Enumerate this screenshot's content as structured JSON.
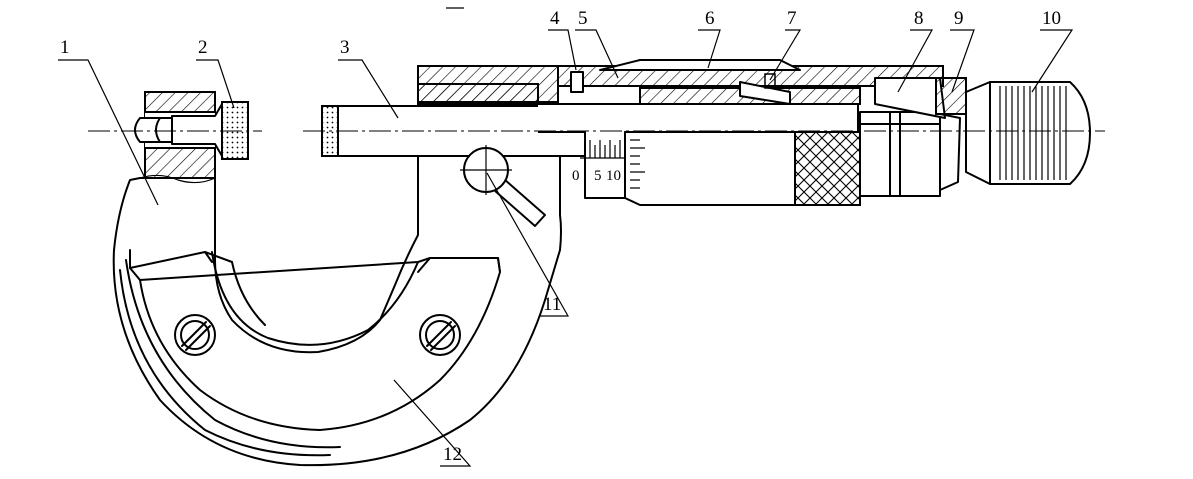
{
  "callouts": [
    {
      "id": "1",
      "text": "1"
    },
    {
      "id": "2",
      "text": "2"
    },
    {
      "id": "3",
      "text": "3"
    },
    {
      "id": "4",
      "text": "4"
    },
    {
      "id": "5",
      "text": "5"
    },
    {
      "id": "6",
      "text": "6"
    },
    {
      "id": "7",
      "text": "7"
    },
    {
      "id": "8",
      "text": "8"
    },
    {
      "id": "9",
      "text": "9"
    },
    {
      "id": "10",
      "text": "10"
    },
    {
      "id": "11",
      "text": "11"
    },
    {
      "id": "12",
      "text": "12"
    }
  ],
  "sleeve_scale": {
    "t0": "0",
    "t5": "5",
    "t10": "10"
  }
}
